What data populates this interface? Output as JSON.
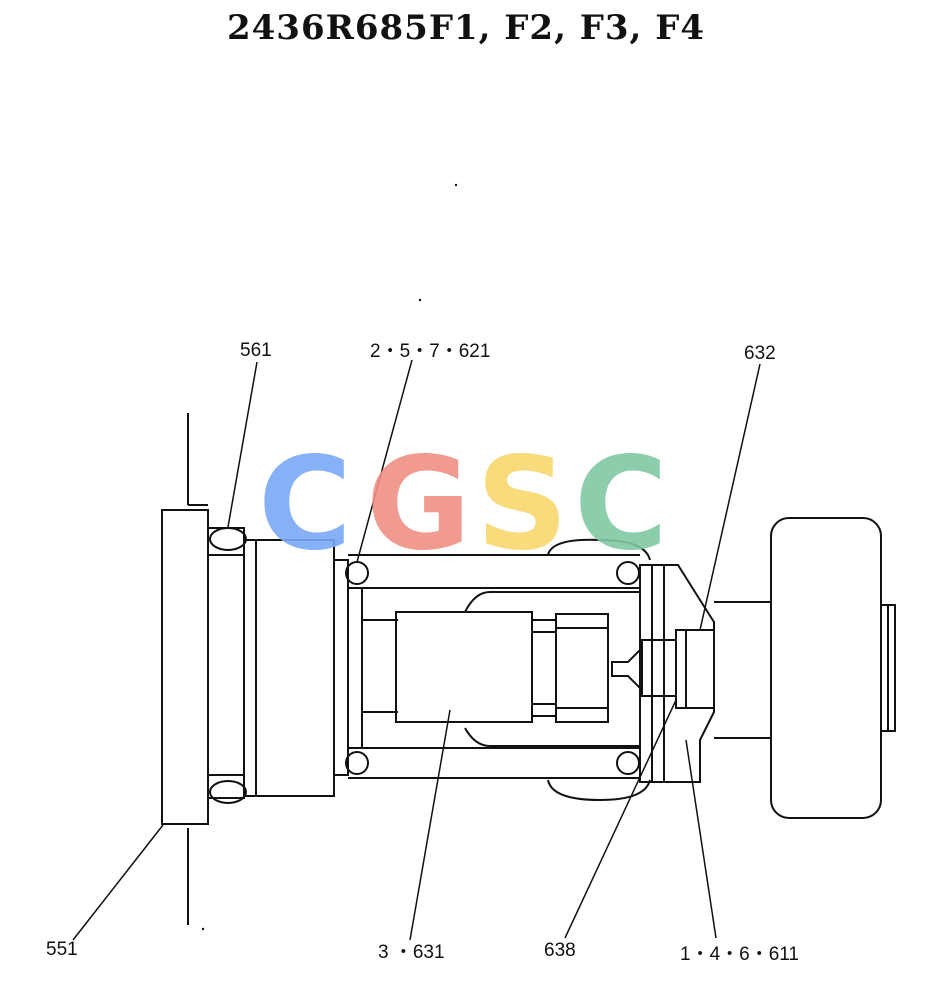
{
  "title": "2436R685F1, F2, F3, F4",
  "watermark": {
    "letters": [
      "C",
      "G",
      "S",
      "C"
    ],
    "colors": [
      "#7aa8f5",
      "#f08f83",
      "#f7d86e",
      "#7fc8a2"
    ]
  },
  "callouts": {
    "c561": "561",
    "c2": "2・5・7・621",
    "c632": "632",
    "c551": "551",
    "c3": "3 ・631",
    "c638": "638",
    "c1": "1・4・6・611"
  }
}
